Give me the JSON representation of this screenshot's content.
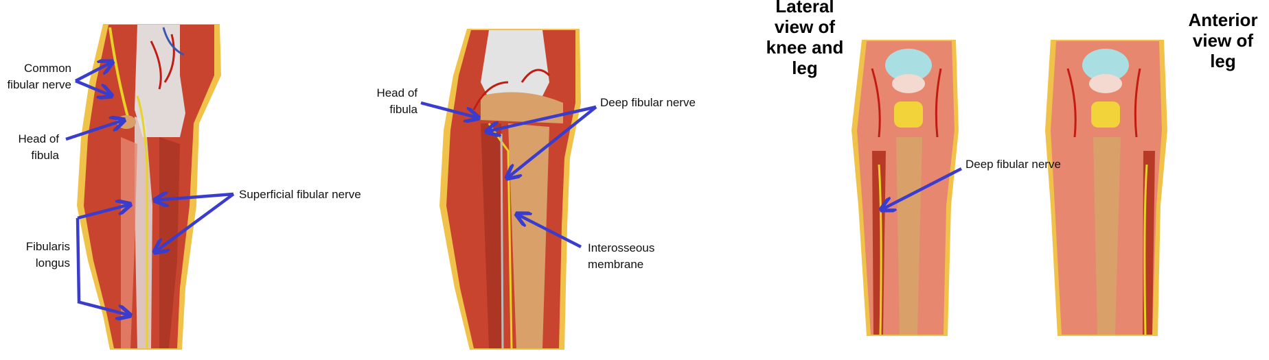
{
  "colors": {
    "arrow": "#3a3ccd",
    "muscle": "#c8442f",
    "muscle_light": "#e7876f",
    "bone": "#d9a06a",
    "tendon": "#e3e3e3",
    "nerve": "#e6d326",
    "artery": "#c21b12",
    "skin": "#f0c24a",
    "cartilage": "#a9dfe3",
    "fat": "#f2d33a"
  },
  "labels": {
    "common_fibular_nerve": "Common\nfibular nerve",
    "head_of_fibula_left": "Head of\nfibula",
    "superficial_fibular_nerve": "Superficial fibular nerve",
    "fibularis_longus": "Fibularis\nlongus",
    "head_of_fibula_mid": "Head of\nfibula",
    "deep_fibular_nerve_mid": "Deep fibular nerve",
    "interosseous_membrane": "Interosseous\nmembrane",
    "deep_fibular_nerve_right": "Deep fibular nerve"
  },
  "titles": {
    "lateral_view": "Lateral\nview of\nknee and\nleg",
    "anterior_view": "Anterior\nview of\nleg"
  }
}
